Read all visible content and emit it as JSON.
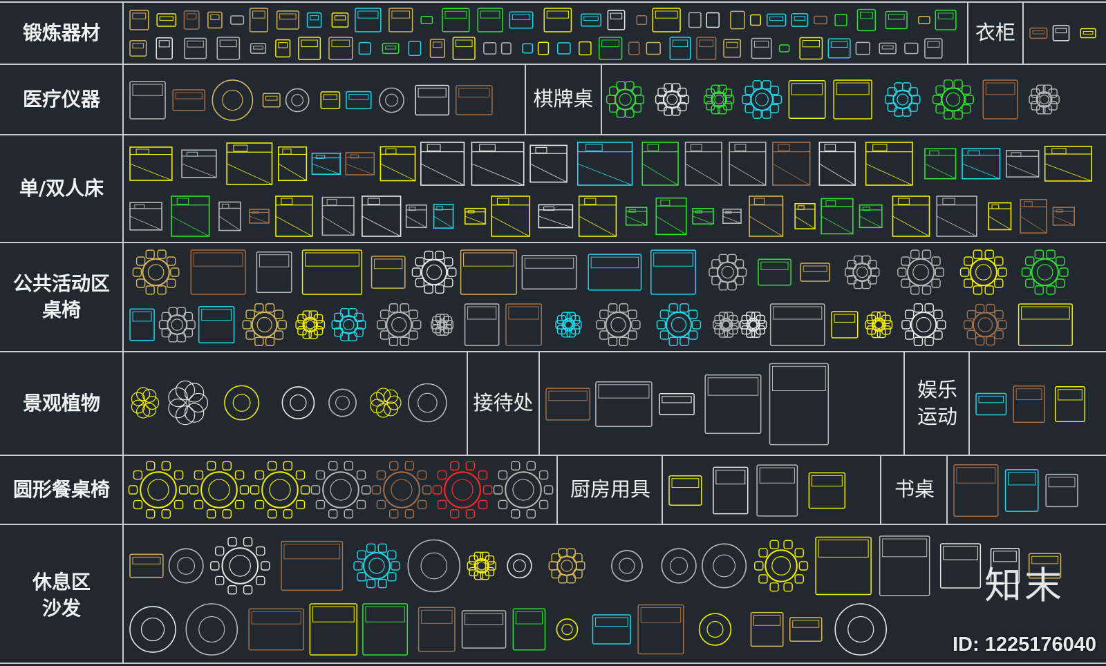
{
  "sheet": {
    "background": "#212830",
    "line_color": "#c9ccd0",
    "rows": [
      {
        "id": "fitness",
        "label": "锻炼器材"
      },
      {
        "id": "medical",
        "label": "医疗仪器"
      },
      {
        "id": "beds",
        "label": "单/双人床"
      },
      {
        "id": "public",
        "label": "公共活动区\n桌椅"
      },
      {
        "id": "landscape",
        "label": "景观植物"
      },
      {
        "id": "round",
        "label": "圆形餐桌椅"
      },
      {
        "id": "lounge",
        "label": "休息区\n沙发"
      }
    ],
    "inline_labels": {
      "wardrobe": "衣柜",
      "card_table": "棋牌桌",
      "reception": "接待处",
      "entertainment": "娱乐\n运动",
      "kitchen": "厨房用具",
      "desk": "书桌"
    },
    "palette": {
      "yellow": "#f4f000",
      "gold": "#d8b45a",
      "cyan": "#22d8e8",
      "green": "#33e033",
      "darkgreen": "#3d7d2a",
      "gray": "#b8b8b8",
      "brown": "#a6704a",
      "red": "#ff2a2a",
      "blue": "#2277ff",
      "white": "#e8e8e8"
    }
  },
  "watermark": {
    "logo": "知末",
    "id": "ID: 1225176040"
  }
}
